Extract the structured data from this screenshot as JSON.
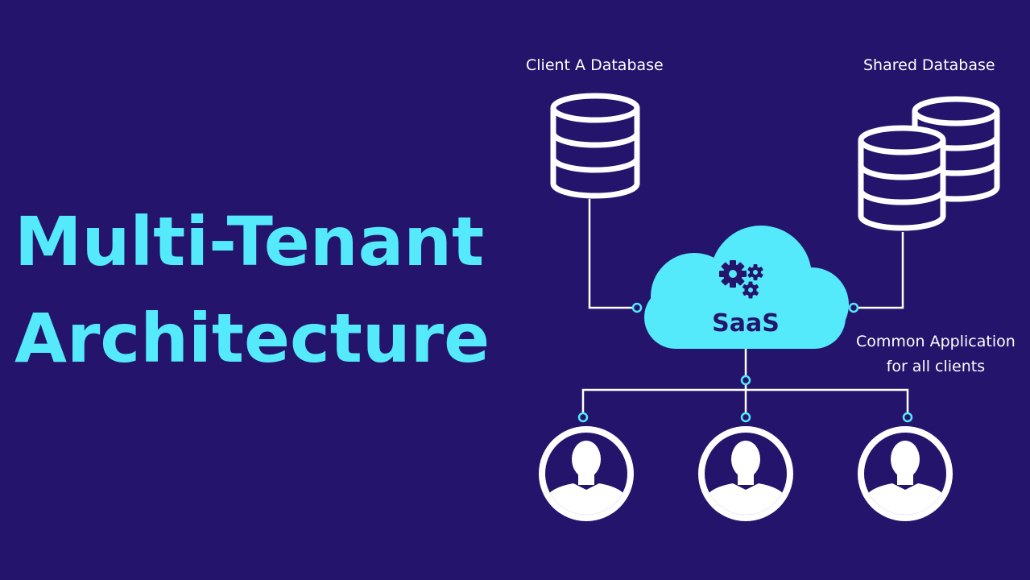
{
  "title": {
    "line1": "Multi-Tenant",
    "line2": "Architecture"
  },
  "labels": {
    "client_a_db": "Client  A Database",
    "shared_db": "Shared Database",
    "common_app_line1": "Common Application",
    "common_app_line2": "for all clients",
    "saas": "SaaS"
  },
  "icons": [
    "database-icon",
    "shared-database-icon",
    "cloud-icon",
    "gears-icon",
    "user-icon"
  ],
  "colors": {
    "background": "#24146b",
    "accent": "#55eafb",
    "line": "#ffffff",
    "connector": "#55eafb"
  }
}
